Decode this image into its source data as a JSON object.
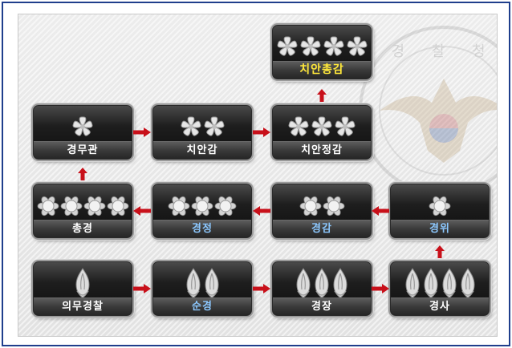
{
  "ranks": {
    "chiancongam": {
      "label": "치안총감",
      "icon": "mugunghwa-icon",
      "count": 4
    },
    "gyeongmugwan": {
      "label": "경무관",
      "icon": "mugunghwa-icon",
      "count": 1
    },
    "chiangam": {
      "label": "치안감",
      "icon": "mugunghwa-icon",
      "count": 2
    },
    "chianjeonggam": {
      "label": "치안정감",
      "icon": "mugunghwa-icon",
      "count": 3
    },
    "chonggyeong": {
      "label": "총경",
      "icon": "rose-of-sharon-badge-icon",
      "count": 4
    },
    "gyeongjeong": {
      "label": "경정",
      "icon": "rose-of-sharon-badge-icon",
      "count": 3
    },
    "gyeonggam": {
      "label": "경감",
      "icon": "rose-of-sharon-badge-icon",
      "count": 2
    },
    "gyeongwi": {
      "label": "경위",
      "icon": "rose-of-sharon-badge-icon",
      "count": 1
    },
    "uimugyeongchal": {
      "label": "의무경찰",
      "icon": "bud-icon",
      "count": 1
    },
    "sungyeong": {
      "label": "순경",
      "icon": "bud-icon",
      "count": 2
    },
    "gyeongjang": {
      "label": "경장",
      "icon": "bud-icon",
      "count": 3
    },
    "gyeongsa": {
      "label": "경사",
      "icon": "bud-icon",
      "count": 4
    }
  },
  "emblem": {
    "text": "경 찰 청"
  },
  "colors": {
    "frame": "#1f3e8c",
    "arrow": "#c8101a",
    "label_white": "#ffffff",
    "label_blue": "#8cc8ff",
    "label_yellow": "#ffe83a"
  }
}
